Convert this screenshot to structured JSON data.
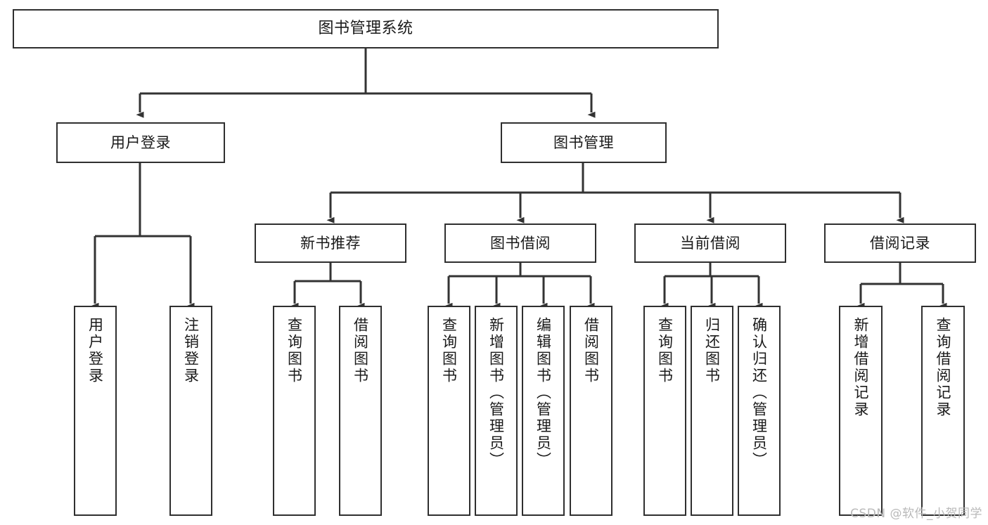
{
  "diagram": {
    "title": "图书管理系统",
    "type": "hierarchy-tree",
    "watermark": "CSDN @软件_小贺同学",
    "colors": {
      "box_border": "#2f2f2f",
      "box_fill": "#ffffff",
      "connector": "#333333",
      "text": "#1a1a1a",
      "watermark": "#b9b9b9",
      "background": "#ffffff"
    },
    "nodes": {
      "root": {
        "label": "图书管理系统"
      },
      "level2": [
        {
          "id": "user-login",
          "label": "用户登录"
        },
        {
          "id": "book-management",
          "label": "图书管理"
        }
      ],
      "level3": [
        {
          "id": "new-book-recommend",
          "label": "新书推荐"
        },
        {
          "id": "book-borrow",
          "label": "图书借阅"
        },
        {
          "id": "current-borrow",
          "label": "当前借阅"
        },
        {
          "id": "borrow-record",
          "label": "借阅记录"
        }
      ],
      "leaves": {
        "user_login": [
          {
            "id": "leaf-user-login",
            "label": "用户登录"
          },
          {
            "id": "leaf-logout-login",
            "label": "注销登录"
          }
        ],
        "new_book_recommend": [
          {
            "id": "leaf-query-book-1",
            "label": "查询图书"
          },
          {
            "id": "leaf-borrow-book-1",
            "label": "借阅图书"
          }
        ],
        "book_borrow": [
          {
            "id": "leaf-query-book-2",
            "label": "查询图书"
          },
          {
            "id": "leaf-add-book",
            "label": "新增图书（管理员）"
          },
          {
            "id": "leaf-edit-book",
            "label": "编辑图书（管理员）"
          },
          {
            "id": "leaf-borrow-book-2",
            "label": "借阅图书"
          }
        ],
        "current_borrow": [
          {
            "id": "leaf-query-book-3",
            "label": "查询图书"
          },
          {
            "id": "leaf-return-book",
            "label": "归还图书"
          },
          {
            "id": "leaf-confirm-return",
            "label": "确认归还（管理员）"
          }
        ],
        "borrow_record": [
          {
            "id": "leaf-add-record",
            "label": "新增借阅记录"
          },
          {
            "id": "leaf-query-record",
            "label": "查询借阅记录"
          }
        ]
      }
    }
  }
}
